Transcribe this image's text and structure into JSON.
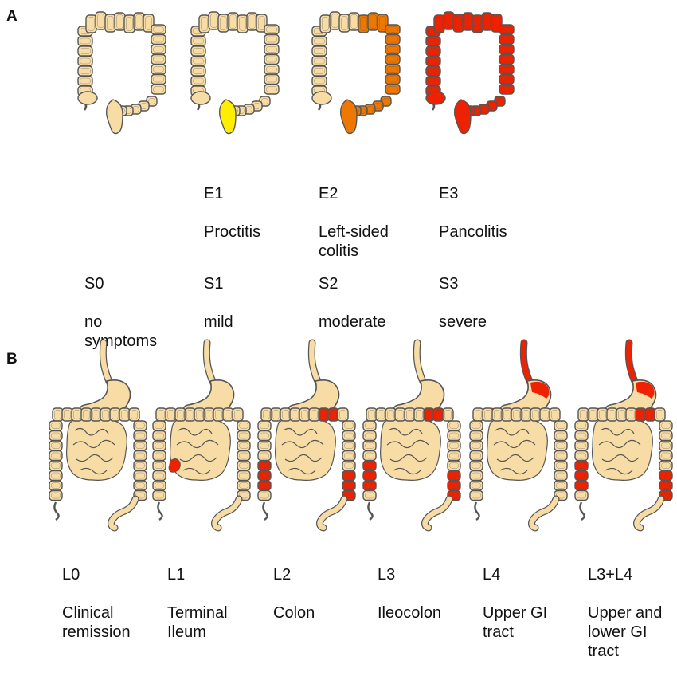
{
  "panel_a": {
    "letter": "A",
    "extent_labels": [
      {
        "code": "E1",
        "text": "Proctitis"
      },
      {
        "code": "E2",
        "text": "Left-sided\ncolitis"
      },
      {
        "code": "E3",
        "text": "Pancolitis"
      }
    ],
    "severity_labels": [
      {
        "code": "S0",
        "text": "no\nsymptoms"
      },
      {
        "code": "S1",
        "text": "mild"
      },
      {
        "code": "S2",
        "text": "moderate"
      },
      {
        "code": "S3",
        "text": "severe"
      }
    ]
  },
  "panel_b": {
    "letter": "B",
    "location_labels": [
      {
        "code": "L0",
        "text": "Clinical\nremission"
      },
      {
        "code": "L1",
        "text": "Terminal\nIleum"
      },
      {
        "code": "L2",
        "text": "Colon"
      },
      {
        "code": "L3",
        "text": "Ileocolon"
      },
      {
        "code": "L4",
        "text": "Upper GI\ntract"
      },
      {
        "code": "L3+L4",
        "text": "Upper and\nlower GI\ntract"
      }
    ]
  },
  "colors": {
    "tissue": "#f7dca6",
    "outline": "#555555",
    "yellow": "#ffee00",
    "orange": "#ee7700",
    "red": "#ee2200"
  }
}
